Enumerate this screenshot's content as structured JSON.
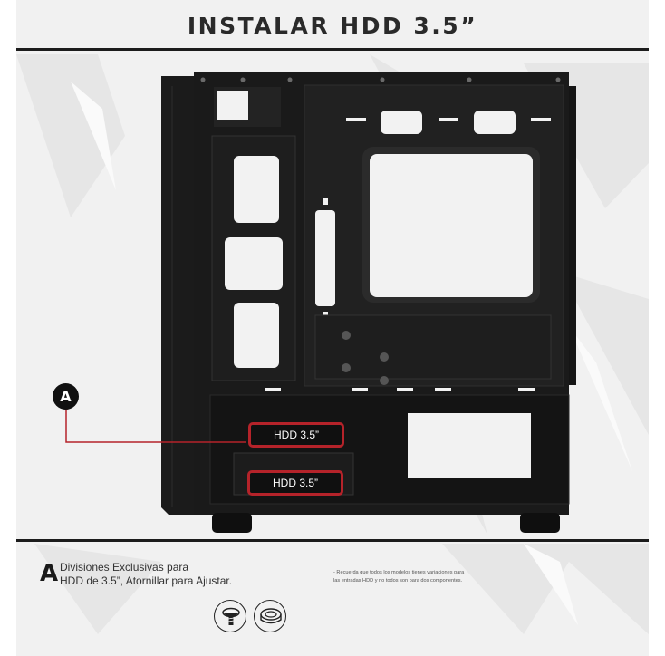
{
  "header": {
    "title": "INSTALAR HDD 3.5”"
  },
  "diagram": {
    "callout_letter": "A",
    "bays": [
      {
        "label": "HDD 3.5”"
      },
      {
        "label": "HDD 3.5”"
      }
    ]
  },
  "footer": {
    "letter": "A",
    "description_line1": "Divisiones Exclusivas para",
    "description_line2": "HDD de 3.5”, Atornillar para Ajustar.",
    "note_line1": "- Recuerda que todos los modelos tienes variaciones para",
    "note_line2": "las entradas HDD y no todos son para dos componentes.",
    "icons": [
      "screw-icon",
      "standoff-icon"
    ]
  },
  "colors": {
    "accent": "#b5232a",
    "case": "#1a1a1a",
    "background": "#f1f1f1"
  }
}
